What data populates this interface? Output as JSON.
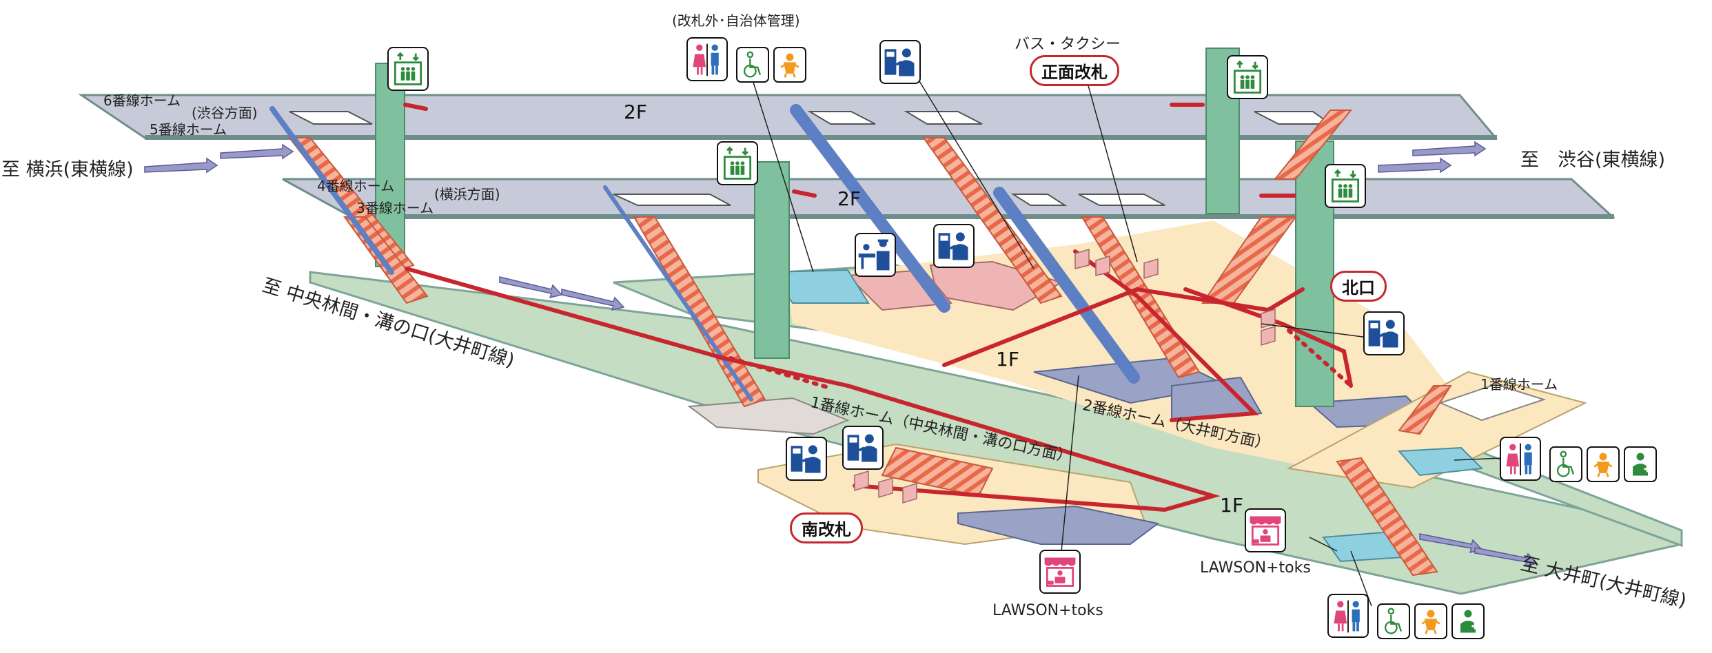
{
  "floors": {
    "upper": "2F",
    "upper_lower": "2F",
    "ground": "1F",
    "ground_south": "1F"
  },
  "platforms": {
    "p6": "6番線ホーム",
    "p5": "5番線ホーム",
    "dir_shibuya": "(渋谷方面)",
    "p4": "4番線ホーム",
    "p3": "3番線ホーム",
    "dir_yokohama": "(横浜方面)",
    "p1": "1番線ホーム（中央林間・溝の口方面）",
    "p2": "2番線ホーム（大井町方面）",
    "p1_short": "1番線ホーム"
  },
  "destinations": {
    "yokohama": "至 横浜(東横線)",
    "shibuya": "至　渋谷(東横線)",
    "chuorinkan": "至 中央林間・溝の口(大井町線)",
    "oimachi": "至 大井町(大井町線)"
  },
  "gates": {
    "main": "正面改札",
    "south": "南改札",
    "north": "北口"
  },
  "notes": {
    "bus_taxi": "バス・タクシー",
    "outside_gate": "(改札外･自治体管理)"
  },
  "shops": {
    "lawson_a": "LAWSON+toks",
    "lawson_b": "LAWSON+toks"
  },
  "colors": {
    "platform_upper": "#c7cbd9",
    "platform_edge": "#6f8d8a",
    "concourse_green": "#c4ddc3",
    "concourse_beige": "#fbe7c0",
    "stair": "#f08a6a",
    "escalator": "#5d7fc4",
    "pillar": "#7fc19f",
    "route_red": "#c8262e",
    "toilet_pink": "#e0467a",
    "toilet_blue": "#2a6fb8",
    "accessible_green": "#2e8b3e",
    "baby_orange": "#f39a1e"
  }
}
